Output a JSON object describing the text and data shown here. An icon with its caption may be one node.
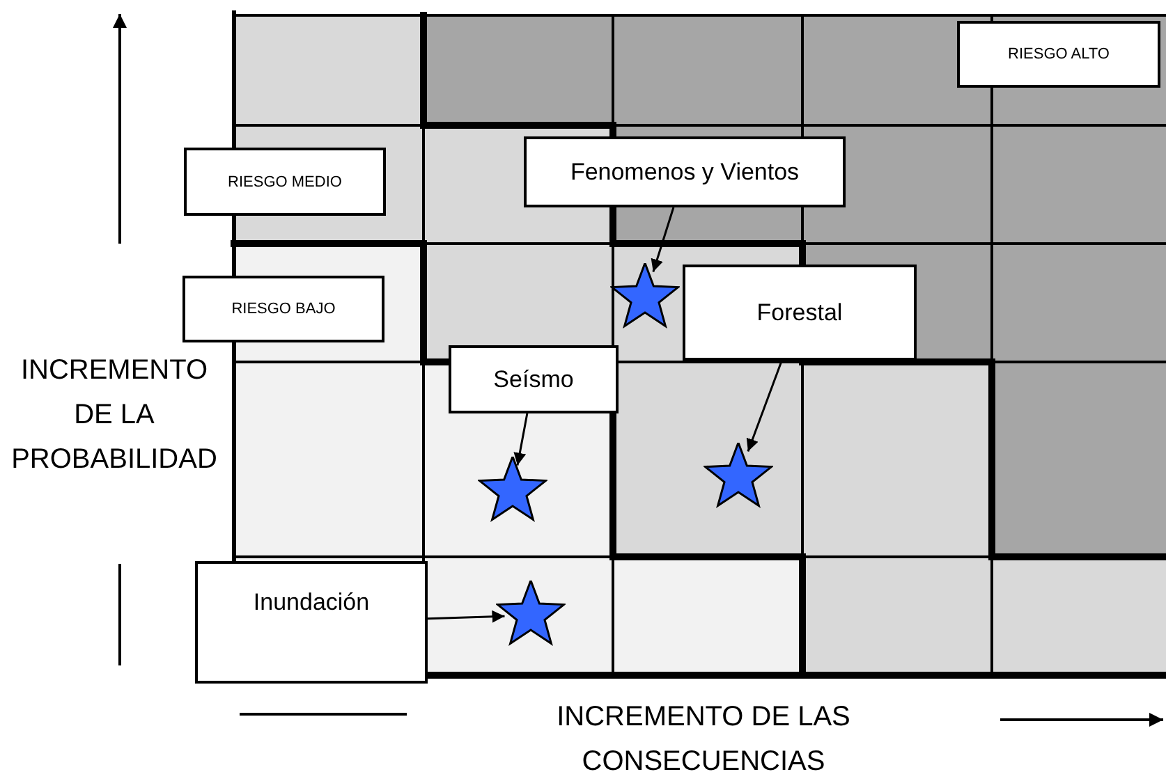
{
  "diagram": {
    "nodes": [
      {
        "text": [
          "RIESGO ALTO"
        ]
      },
      {
        "text": [
          "RIESGO MEDIO"
        ]
      },
      {
        "text": [
          "Fenomenos y Vientos"
        ]
      },
      {
        "text": [],
        "shape": "star"
      },
      {
        "text": [
          "RIESGO BAJO"
        ]
      },
      {
        "text": [
          "Forestal"
        ]
      },
      {
        "text": [
          "Seísmo"
        ]
      },
      {
        "text": [],
        "shape": "star"
      },
      {
        "text": [],
        "shape": "star"
      },
      {
        "text": [
          "Inundación"
        ]
      },
      {
        "text": [],
        "shape": "star"
      }
    ],
    "edges": [
      {
        "from": 2,
        "to": 3,
        "arrow": "to"
      },
      {
        "from": 5,
        "to": 7,
        "arrow": "to"
      },
      {
        "from": 6,
        "to": 8,
        "arrow": "to"
      },
      {
        "from": 9,
        "to": 10,
        "arrow": "to"
      }
    ],
    "labels": [
      "INCREMENTO DE LA PROBABILIDAD",
      "INCREMENTO DE LAS CONSECUENCIAS"
    ]
  }
}
